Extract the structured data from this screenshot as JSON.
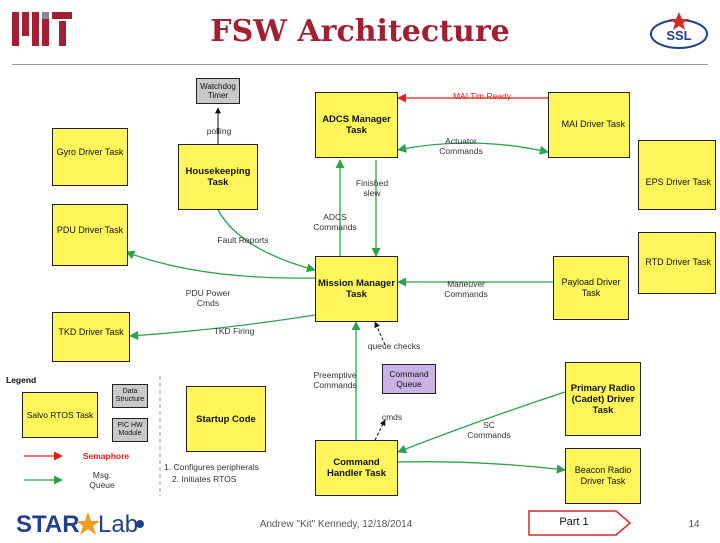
{
  "header": {
    "title": "FSW Architecture",
    "left_logo": "MIT",
    "right_logo": "SSL"
  },
  "blocks": {
    "watchdog_timer": "Watchdog Timer",
    "adcs_manager": "ADCS Manager Task",
    "mai_driver": "MAI Driver Task",
    "gyro_driver": "Gyro Driver Task",
    "housekeeping": "Housekeeping Task",
    "eps_driver": "EPS Driver Task",
    "pdu_driver": "PDU Driver Task",
    "rtd_driver": "RTD Driver Task",
    "mission_manager": "Mission Manager Task",
    "payload_driver": "Payload Driver Task",
    "tkd_driver": "TKD Driver Task",
    "command_queue": "Command Queue",
    "startup_code": "Startup Code",
    "primary_radio": "Primary Radio (Cadet) Driver Task",
    "command_handler": "Command Handler Task",
    "beacon_radio": "Beacon Radio Driver Task"
  },
  "edge_labels": {
    "polling": "polling",
    "mai_tim_ready": "MAI Tim Ready",
    "actuator_commands": "Actuator\nCommands",
    "finished_slew": "Finished\nslew",
    "adcs_commands": "ADCS\nCommands",
    "fault_reports": "Fault Reports",
    "pdu_power_cmds": "PDU Power\nCmds",
    "maneuver_commands": "Maneuver\nCommands",
    "tkd_firing": "TKD Firing",
    "queue_checks": "queue checks",
    "preemptive_commands": "Preemptive\nCommands",
    "cmds": "cmds",
    "sc_commands": "SC\nCommands"
  },
  "startup_notes": [
    "1. Configures peripherals",
    "2. Initiates RTOS"
  ],
  "legend": {
    "title": "Legend",
    "salvo_task": "Salvo RTOS Task",
    "data_structure": "Data Structure",
    "pic_hw_module": "PIC HW Module",
    "semaphore": "Semaphore",
    "msg_queue": "Msg. Queue"
  },
  "footer": {
    "logo_text": "STARLab",
    "author": "Andrew \"Kit\" Kennedy, 12/18/2014",
    "part_label": "Part 1",
    "page_number": "14"
  },
  "colors": {
    "task_fill": "#fdf55a",
    "semaphore_arrow": "#e0201b",
    "queue_arrow": "#2aa34a",
    "title_color": "#a31f34",
    "command_queue_fill": "#c9b3e6"
  }
}
